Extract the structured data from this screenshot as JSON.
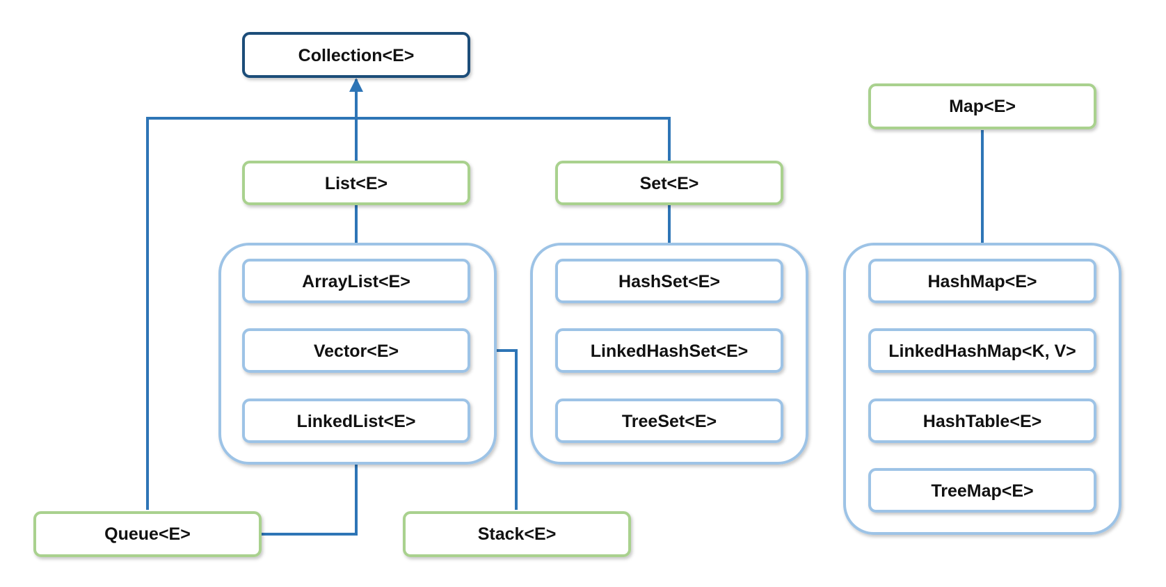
{
  "colors": {
    "root_border": "#1f4e79",
    "interface_border": "#a9d18e",
    "impl_border": "#9dc3e6",
    "connector": "#2e75b6"
  },
  "nodes": {
    "collection": "Collection<E>",
    "map": "Map<E>",
    "list": "List<E>",
    "set": "Set<E>",
    "arraylist": "ArrayList<E>",
    "vector": "Vector<E>",
    "linkedlist": "LinkedList<E>",
    "hashset": "HashSet<E>",
    "linkedhashset": "LinkedHashSet<E>",
    "treeset": "TreeSet<E>",
    "hashmap": "HashMap<E>",
    "linkedhashmap": "LinkedHashMap<K, V>",
    "hashtable": "HashTable<E>",
    "treemap": "TreeMap<E>",
    "queue": "Queue<E>",
    "stack": "Stack<E>"
  }
}
